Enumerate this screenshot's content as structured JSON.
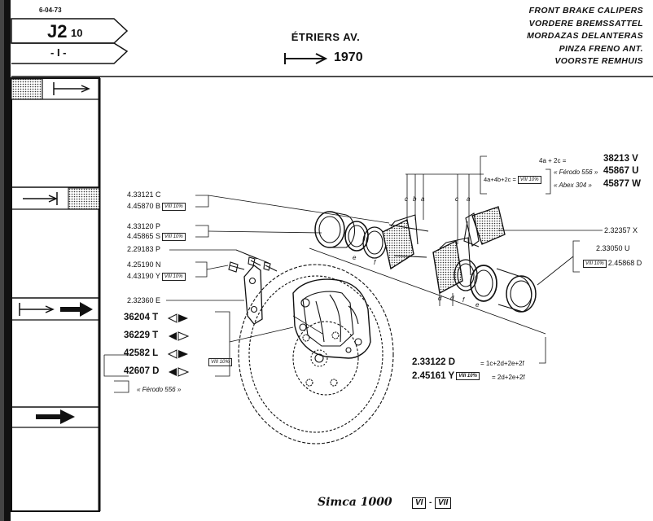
{
  "header": {
    "date": "6-04-73",
    "code_main": "J2",
    "code_sub": "10",
    "code_small": "- I -",
    "title": "ÉTRIERS AV.",
    "year": "1970",
    "titles_multilang": [
      "FRONT BRAKE CALIPERS",
      "VORDERE BREMSSATTEL",
      "MORDAZAS DELANTERAS",
      "PINZA FRENO ANT.",
      "VOORSTE REMHUIS"
    ]
  },
  "parts_left": [
    {
      "num": "4.33121 C"
    },
    {
      "num": "4.45870 B",
      "tag": "VIII 10%"
    },
    {
      "num": "4.33120 P"
    },
    {
      "num": "4.45865 S",
      "tag": "VIII 10%"
    },
    {
      "num": "2.29183 P"
    },
    {
      "num": "4.25190 N"
    },
    {
      "num": "4.43190 Y",
      "tag": "VIII 10%"
    },
    {
      "num": "2.32360 E"
    }
  ],
  "parts_left_bold": [
    {
      "num": "36204 T"
    },
    {
      "num": "36229 T"
    },
    {
      "num": "42582 L"
    },
    {
      "num": "42607 D"
    }
  ],
  "left_group_tag": "VIII 10%",
  "ferodo_note": "« Férodo 556 »",
  "parts_right_top": {
    "r1_formula": "4a + 2c =",
    "r1_num": "38213 V",
    "r2_formula": "4a+4b+2c =",
    "r2_tag": "VIII 10%",
    "r2_label": "« Férodo 556 »",
    "r2_num": "45867 U",
    "r3_label": "« Abex 304 »",
    "r3_num": "45877 W"
  },
  "parts_right": [
    {
      "num": "2.32357 X"
    },
    {
      "num": "2.33050 U"
    },
    {
      "num": "2.45868 D",
      "tag": "VIII 10%"
    }
  ],
  "parts_bottom": [
    {
      "num": "2.33122 D",
      "formula": "= 1c+2d+2e+2f"
    },
    {
      "num": "2.45161 Y",
      "tag": "VIII 10%",
      "formula": "= 2d+2e+2f"
    }
  ],
  "callout_letters": [
    "c",
    "b",
    "a",
    "c",
    "a",
    "e",
    "e",
    "f",
    "d",
    "d",
    "f"
  ],
  "brand": "Simca 1000",
  "badges": [
    "VI",
    "VII"
  ]
}
